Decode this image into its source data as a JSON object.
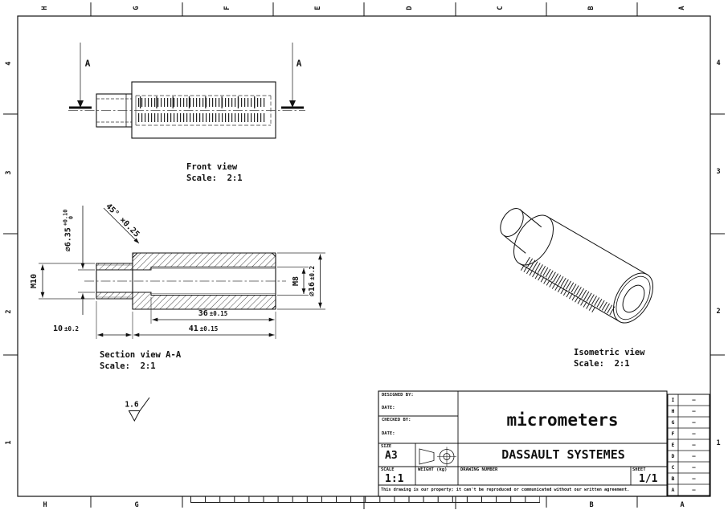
{
  "sheet": {
    "top_letters": [
      "H",
      "G",
      "F",
      "E",
      "D",
      "C",
      "B",
      "A"
    ],
    "bottom_letters": [
      "H",
      "G",
      "B",
      "A"
    ],
    "left_numbers": [
      "4",
      "3",
      "2",
      "1"
    ],
    "right_numbers": [
      "4",
      "3",
      "2",
      "1"
    ],
    "line_color": "#1a1a1a",
    "background": "#ffffff"
  },
  "views": {
    "front": {
      "title": "Front view",
      "scale": "Scale:  2:1",
      "section_arrow_label": "A"
    },
    "section": {
      "title": "Section view A-A",
      "scale": "Scale:  2:1"
    },
    "isometric": {
      "title": "Isometric view",
      "scale": "Scale:  2:1"
    }
  },
  "dimensions": {
    "bore_diameter": "⌀6.35",
    "bore_tol_upper": "+0.10",
    "bore_tol_lower": "0",
    "chamfer": "45° ×0.25",
    "thread_outer": "M10",
    "thread_inner": "M8",
    "outer_diameter": "⌀16",
    "outer_diameter_tol": "±0.2",
    "thread_depth": "36",
    "thread_depth_tol": "±0.15",
    "body_length": "41",
    "body_length_tol": "±0.15",
    "stub_length": "10",
    "stub_length_tol": "±0.2",
    "surface_roughness": "1.6"
  },
  "title_block": {
    "designed_by_label": "DESIGNED BY:",
    "date1_label": "DATE:",
    "checked_by_label": "CHECKED BY:",
    "date2_label": "DATE:",
    "size_label": "SIZE",
    "size_value": "A3",
    "title": "micrometers",
    "company": "DASSAULT SYSTEMES",
    "scale_label": "SCALE",
    "scale_value": "1:1",
    "weight_label": "WEIGHT (kg)",
    "drawing_number_label": "DRAWING NUMBER",
    "sheet_label": "SHEET",
    "sheet_value": "1/1",
    "note": "This drawing is our property; it can't be reproduced or communicated without our written agreement.",
    "revisions": [
      {
        "zone": "I",
        "mark": "–"
      },
      {
        "zone": "H",
        "mark": "–"
      },
      {
        "zone": "G",
        "mark": "–"
      },
      {
        "zone": "F",
        "mark": "–"
      },
      {
        "zone": "E",
        "mark": "–"
      },
      {
        "zone": "D",
        "mark": "–"
      },
      {
        "zone": "C",
        "mark": "–"
      },
      {
        "zone": "B",
        "mark": "–"
      },
      {
        "zone": "A",
        "mark": "–"
      }
    ]
  }
}
